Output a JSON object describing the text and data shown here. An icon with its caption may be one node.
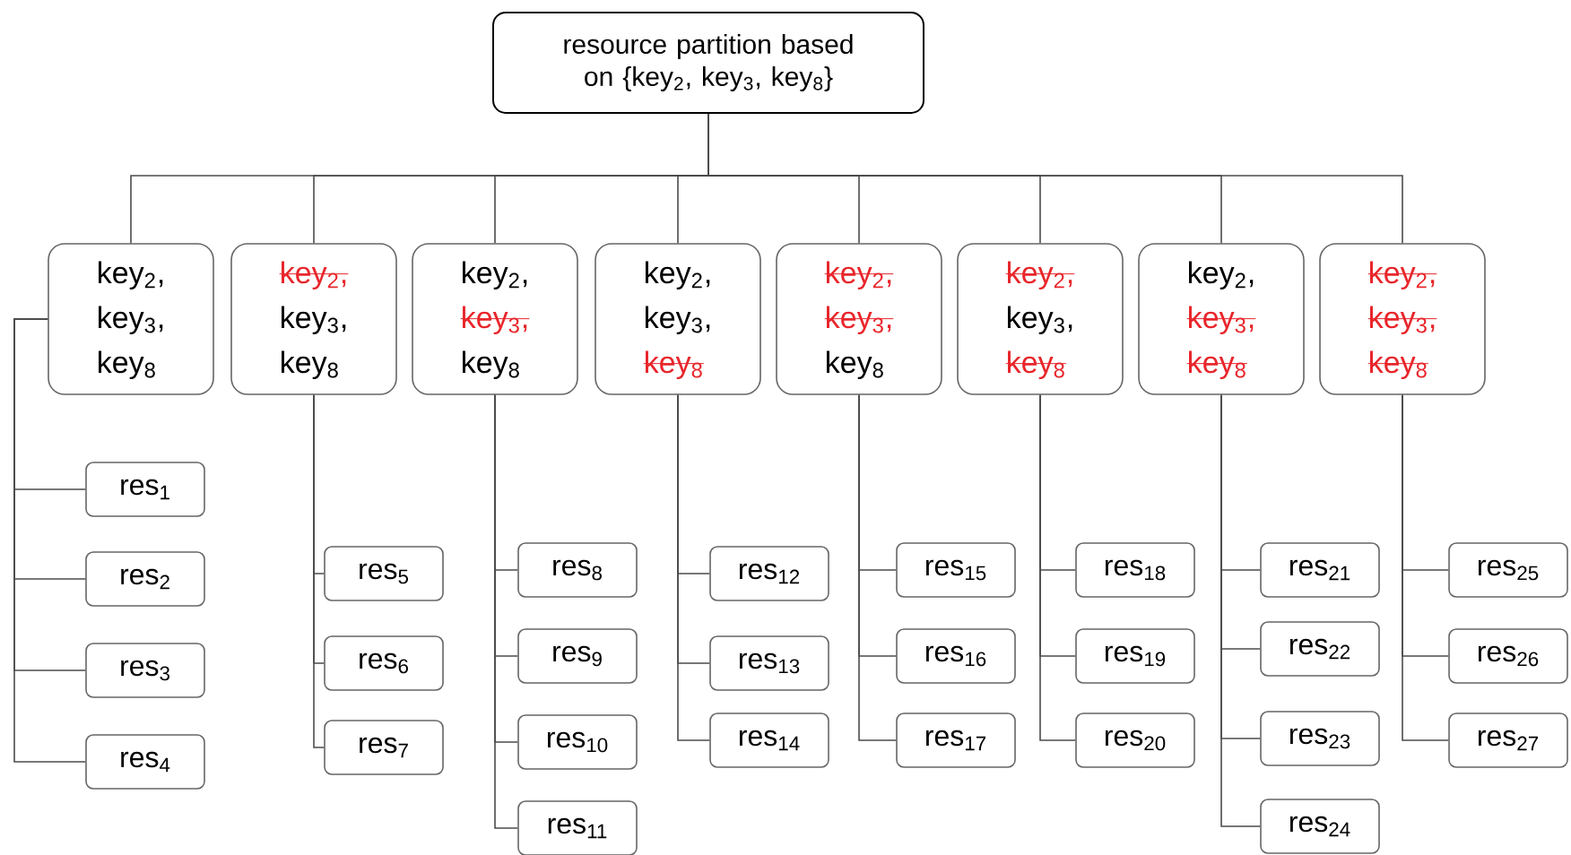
{
  "diagram": {
    "nodes": [
      {
        "text": [
          "resource partition based on {key$_{2}$, key$_{3}$, key$_{8}$}"
        ]
      },
      {
        "text": [
          "key$_{2}$,",
          "key$_{3}$,",
          "key$_{8}$"
        ]
      },
      {
        "text": [
          "key$_{2}$,",
          "key$_{3}$,",
          "key$_{8}$"
        ]
      },
      {
        "text": [
          "key$_{2}$,",
          "key$_{3}$,",
          "key$_{8}$"
        ]
      },
      {
        "text": [
          "key$_{2}$,",
          "key$_{3}$,",
          "key$_{8}$"
        ]
      },
      {
        "text": [
          "key$_{2}$,",
          "key$_{3}$,",
          "key$_{8}$"
        ]
      },
      {
        "text": [
          "key$_{2}$,",
          "key$_{3}$,",
          "key$_{8}$"
        ]
      },
      {
        "text": [
          "key$_{2}$,",
          "key$_{3}$,",
          "key$_{8}$"
        ]
      },
      {
        "text": [
          "key$_{2}$,",
          "key$_{3}$,",
          "key$_{8}$"
        ]
      },
      {
        "text": [
          "res$_{1}$"
        ]
      },
      {
        "text": [
          "res$_{2}$"
        ]
      },
      {
        "text": [
          "res$_{3}$"
        ]
      },
      {
        "text": [
          "res$_{4}$"
        ]
      },
      {
        "text": [
          "res$_{5}$"
        ]
      },
      {
        "text": [
          "res$_{6}$"
        ]
      },
      {
        "text": [
          "res$_{7}$"
        ]
      },
      {
        "text": [
          "res$_{8}$"
        ]
      },
      {
        "text": [
          "res$_{9}$"
        ]
      },
      {
        "text": [
          "res$_{10}$"
        ]
      },
      {
        "text": [
          "res$_{11}$"
        ]
      },
      {
        "text": [
          "res$_{12}$"
        ]
      },
      {
        "text": [
          "res$_{13}$"
        ]
      },
      {
        "text": [
          "res$_{14}$"
        ]
      },
      {
        "text": [
          "res$_{15}$"
        ]
      },
      {
        "text": [
          "res$_{16}$"
        ]
      },
      {
        "text": [
          "res$_{17}$"
        ]
      },
      {
        "text": [
          "res$_{18}$"
        ]
      },
      {
        "text": [
          "res$_{19}$"
        ]
      },
      {
        "text": [
          "res$_{20}$"
        ]
      },
      {
        "text": [
          "res$_{21}$"
        ]
      },
      {
        "text": [
          "res$_{22}$"
        ]
      },
      {
        "text": [
          "res$_{23}$"
        ]
      },
      {
        "text": [
          "res$_{24}$"
        ]
      },
      {
        "text": [
          "res$_{25}$"
        ]
      },
      {
        "text": [
          "res$_{26}$"
        ]
      },
      {
        "text": [
          "res$_{27}$"
        ]
      }
    ],
    "edges": [
      {
        "from": 0,
        "to": 1,
        "arrow": "none"
      },
      {
        "from": 0,
        "to": 2,
        "arrow": "none"
      },
      {
        "from": 0,
        "to": 3,
        "arrow": "none"
      },
      {
        "from": 0,
        "to": 4,
        "arrow": "none"
      },
      {
        "from": 0,
        "to": 5,
        "arrow": "none"
      },
      {
        "from": 0,
        "to": 6,
        "arrow": "none"
      },
      {
        "from": 0,
        "to": 7,
        "arrow": "none"
      },
      {
        "from": 0,
        "to": 8,
        "arrow": "none"
      },
      {
        "from": 1,
        "to": 9,
        "arrow": "none"
      },
      {
        "from": 1,
        "to": 10,
        "arrow": "none"
      },
      {
        "from": 1,
        "to": 11,
        "arrow": "none"
      },
      {
        "from": 1,
        "to": 12,
        "arrow": "none"
      },
      {
        "from": 2,
        "to": 13,
        "arrow": "none"
      },
      {
        "from": 2,
        "to": 14,
        "arrow": "none"
      },
      {
        "from": 2,
        "to": 15,
        "arrow": "none"
      },
      {
        "from": 3,
        "to": 16,
        "arrow": "none"
      },
      {
        "from": 3,
        "to": 17,
        "arrow": "none"
      },
      {
        "from": 3,
        "to": 18,
        "arrow": "none"
      },
      {
        "from": 3,
        "to": 19,
        "arrow": "none"
      },
      {
        "from": 4,
        "to": 20,
        "arrow": "none"
      },
      {
        "from": 4,
        "to": 21,
        "arrow": "none"
      },
      {
        "from": 4,
        "to": 22,
        "arrow": "none"
      },
      {
        "from": 5,
        "to": 23,
        "arrow": "none"
      },
      {
        "from": 5,
        "to": 24,
        "arrow": "none"
      },
      {
        "from": 5,
        "to": 25,
        "arrow": "none"
      },
      {
        "from": 6,
        "to": 26,
        "arrow": "none"
      },
      {
        "from": 6,
        "to": 27,
        "arrow": "none"
      },
      {
        "from": 6,
        "to": 28,
        "arrow": "none"
      },
      {
        "from": 7,
        "to": 29,
        "arrow": "none"
      },
      {
        "from": 7,
        "to": 30,
        "arrow": "none"
      },
      {
        "from": 7,
        "to": 31,
        "arrow": "none"
      },
      {
        "from": 7,
        "to": 32,
        "arrow": "none"
      },
      {
        "from": 8,
        "to": 33,
        "arrow": "none"
      },
      {
        "from": 8,
        "to": 34,
        "arrow": "none"
      },
      {
        "from": 8,
        "to": 35,
        "arrow": "none"
      }
    ]
  }
}
